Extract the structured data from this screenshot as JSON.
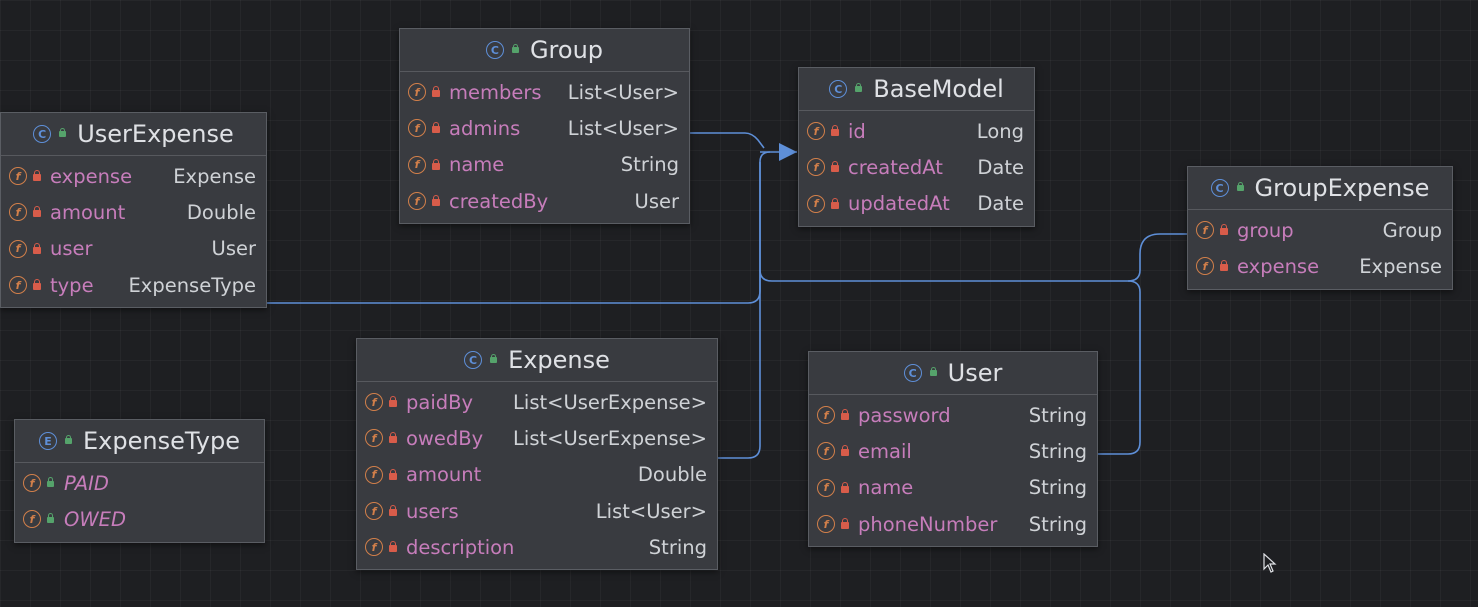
{
  "diagram": {
    "classes": [
      {
        "id": "group",
        "kind": "class",
        "name": "Group",
        "fields": [
          {
            "name": "members",
            "type": "List<User>"
          },
          {
            "name": "admins",
            "type": "List<User>"
          },
          {
            "name": "name",
            "type": "String"
          },
          {
            "name": "createdBy",
            "type": "User"
          }
        ]
      },
      {
        "id": "basemodel",
        "kind": "class",
        "name": "BaseModel",
        "fields": [
          {
            "name": "id",
            "type": "Long"
          },
          {
            "name": "createdAt",
            "type": "Date"
          },
          {
            "name": "updatedAt",
            "type": "Date"
          }
        ]
      },
      {
        "id": "userexpense",
        "kind": "class",
        "name": "UserExpense",
        "fields": [
          {
            "name": "expense",
            "type": "Expense"
          },
          {
            "name": "amount",
            "type": "Double"
          },
          {
            "name": "user",
            "type": "User"
          },
          {
            "name": "type",
            "type": "ExpenseType"
          }
        ]
      },
      {
        "id": "groupexpense",
        "kind": "class",
        "name": "GroupExpense",
        "fields": [
          {
            "name": "group",
            "type": "Group"
          },
          {
            "name": "expense",
            "type": "Expense"
          }
        ]
      },
      {
        "id": "expense",
        "kind": "class",
        "name": "Expense",
        "fields": [
          {
            "name": "paidBy",
            "type": "List<UserExpense>"
          },
          {
            "name": "owedBy",
            "type": "List<UserExpense>"
          },
          {
            "name": "amount",
            "type": "Double"
          },
          {
            "name": "users",
            "type": "List<User>"
          },
          {
            "name": "description",
            "type": "String"
          }
        ]
      },
      {
        "id": "user",
        "kind": "class",
        "name": "User",
        "fields": [
          {
            "name": "password",
            "type": "String"
          },
          {
            "name": "email",
            "type": "String"
          },
          {
            "name": "name",
            "type": "String"
          },
          {
            "name": "phoneNumber",
            "type": "String"
          }
        ]
      },
      {
        "id": "expensetype",
        "kind": "enum",
        "name": "ExpenseType",
        "constants": [
          "PAID",
          "OWED"
        ]
      }
    ],
    "relations": [
      {
        "from": "Group",
        "to": "BaseModel",
        "type": "extends"
      },
      {
        "from": "UserExpense",
        "to": "BaseModel",
        "type": "extends"
      },
      {
        "from": "Expense",
        "to": "BaseModel",
        "type": "extends"
      },
      {
        "from": "GroupExpense",
        "to": "BaseModel",
        "type": "extends"
      },
      {
        "from": "User",
        "to": "BaseModel",
        "type": "extends"
      }
    ],
    "icons": {
      "class_icon": "C",
      "enum_icon": "E",
      "field_icon": "f"
    },
    "colors": {
      "background": "#1e1f22",
      "class_icon": "#5e8fd8",
      "field_icon": "#d17f4a",
      "field_name": "#c77dbb",
      "field_type": "#cfd2d6",
      "private_lock": "#d85c4a",
      "public_lock": "#55a36b",
      "connector": "#5e8fd8"
    }
  }
}
